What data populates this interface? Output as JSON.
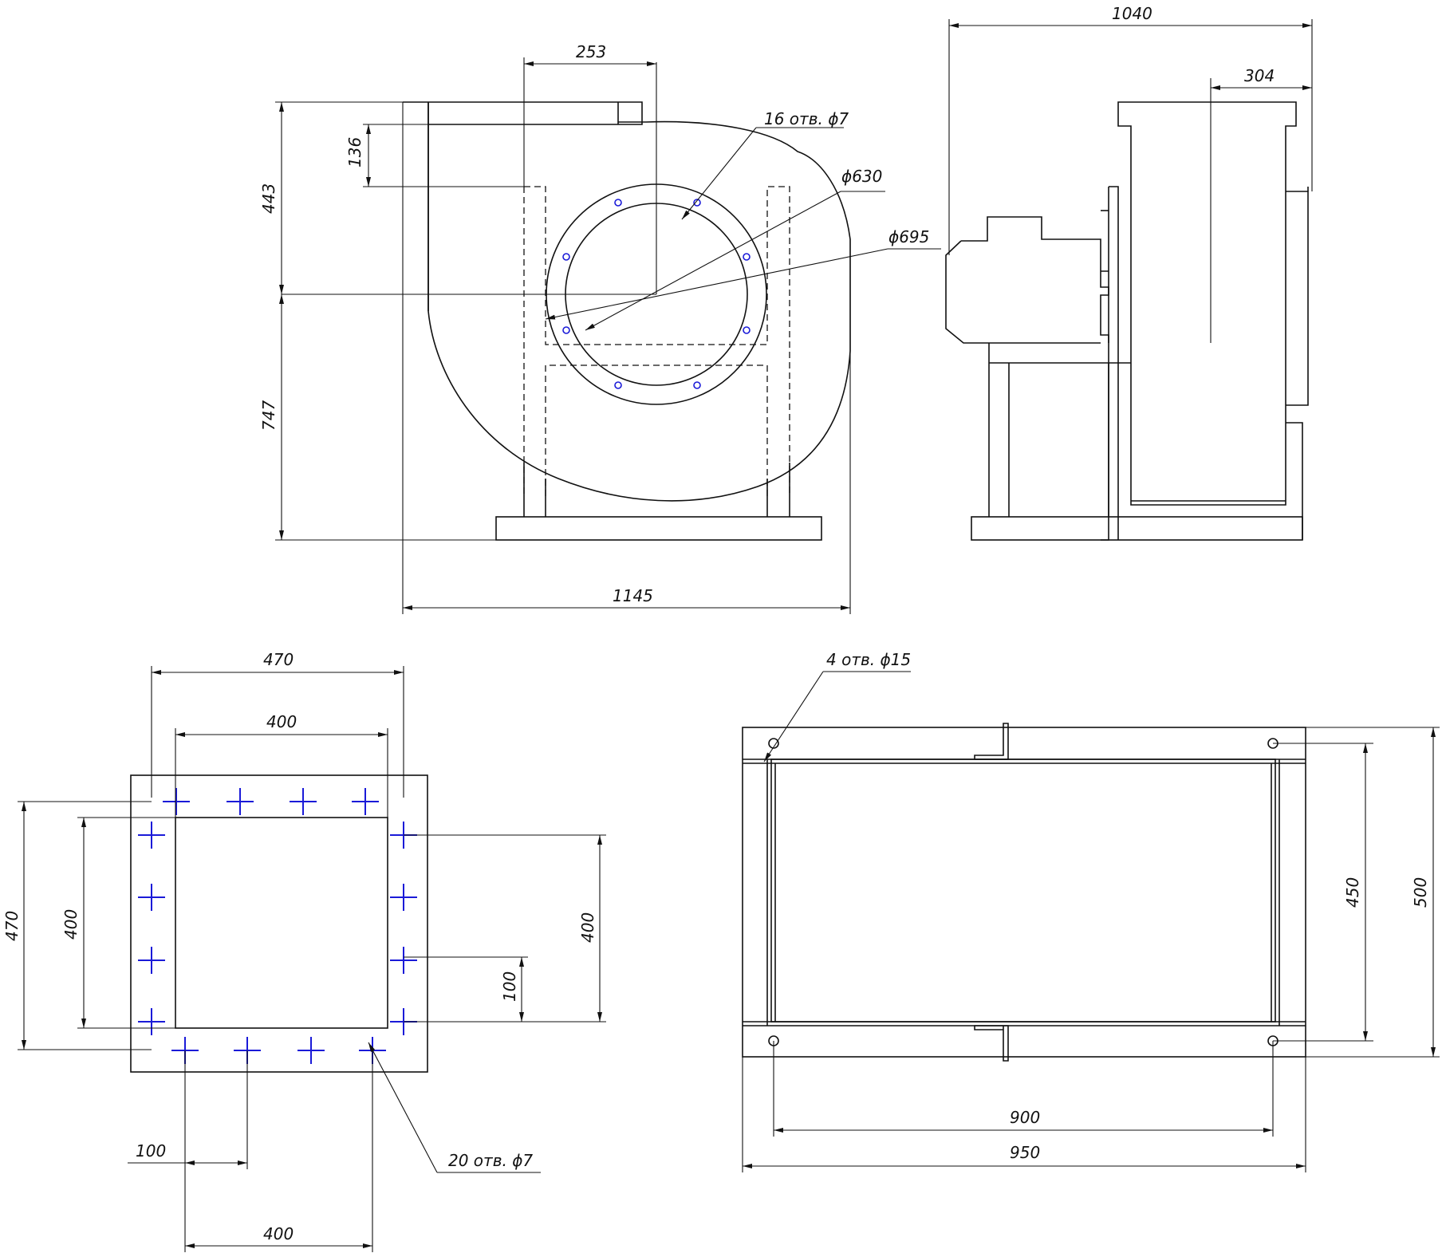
{
  "colors": {
    "line": "#111111",
    "holes": "#1a1ad8",
    "background": "#ffffff"
  },
  "front_view": {
    "dim_width_total": "1145",
    "dim_outlet_offset": "253",
    "dim_upper_height": "443",
    "dim_lower_height": "747",
    "dim_outlet_height": "136",
    "note_flange_holes": "16 отв. ϕ7",
    "note_inner_diameter": "ϕ630",
    "note_outer_diameter": "ϕ695"
  },
  "side_view": {
    "dim_total_length": "1040",
    "dim_outlet_depth": "304"
  },
  "outlet_flange": {
    "dim_outer_width": "470",
    "dim_inner_width": "400",
    "dim_outer_height": "470",
    "dim_inner_height": "400",
    "dim_hole_span_right": "400",
    "dim_hole_pitch_right": "100",
    "dim_hole_pitch_bottom": "100",
    "dim_hole_span_bottom": "400",
    "note_holes": "20 отв. ϕ7"
  },
  "base_frame": {
    "note_holes": "4 отв. ϕ15",
    "dim_hole_span_x": "900",
    "dim_overall_x": "950",
    "dim_hole_span_y": "450",
    "dim_overall_y": "500"
  }
}
